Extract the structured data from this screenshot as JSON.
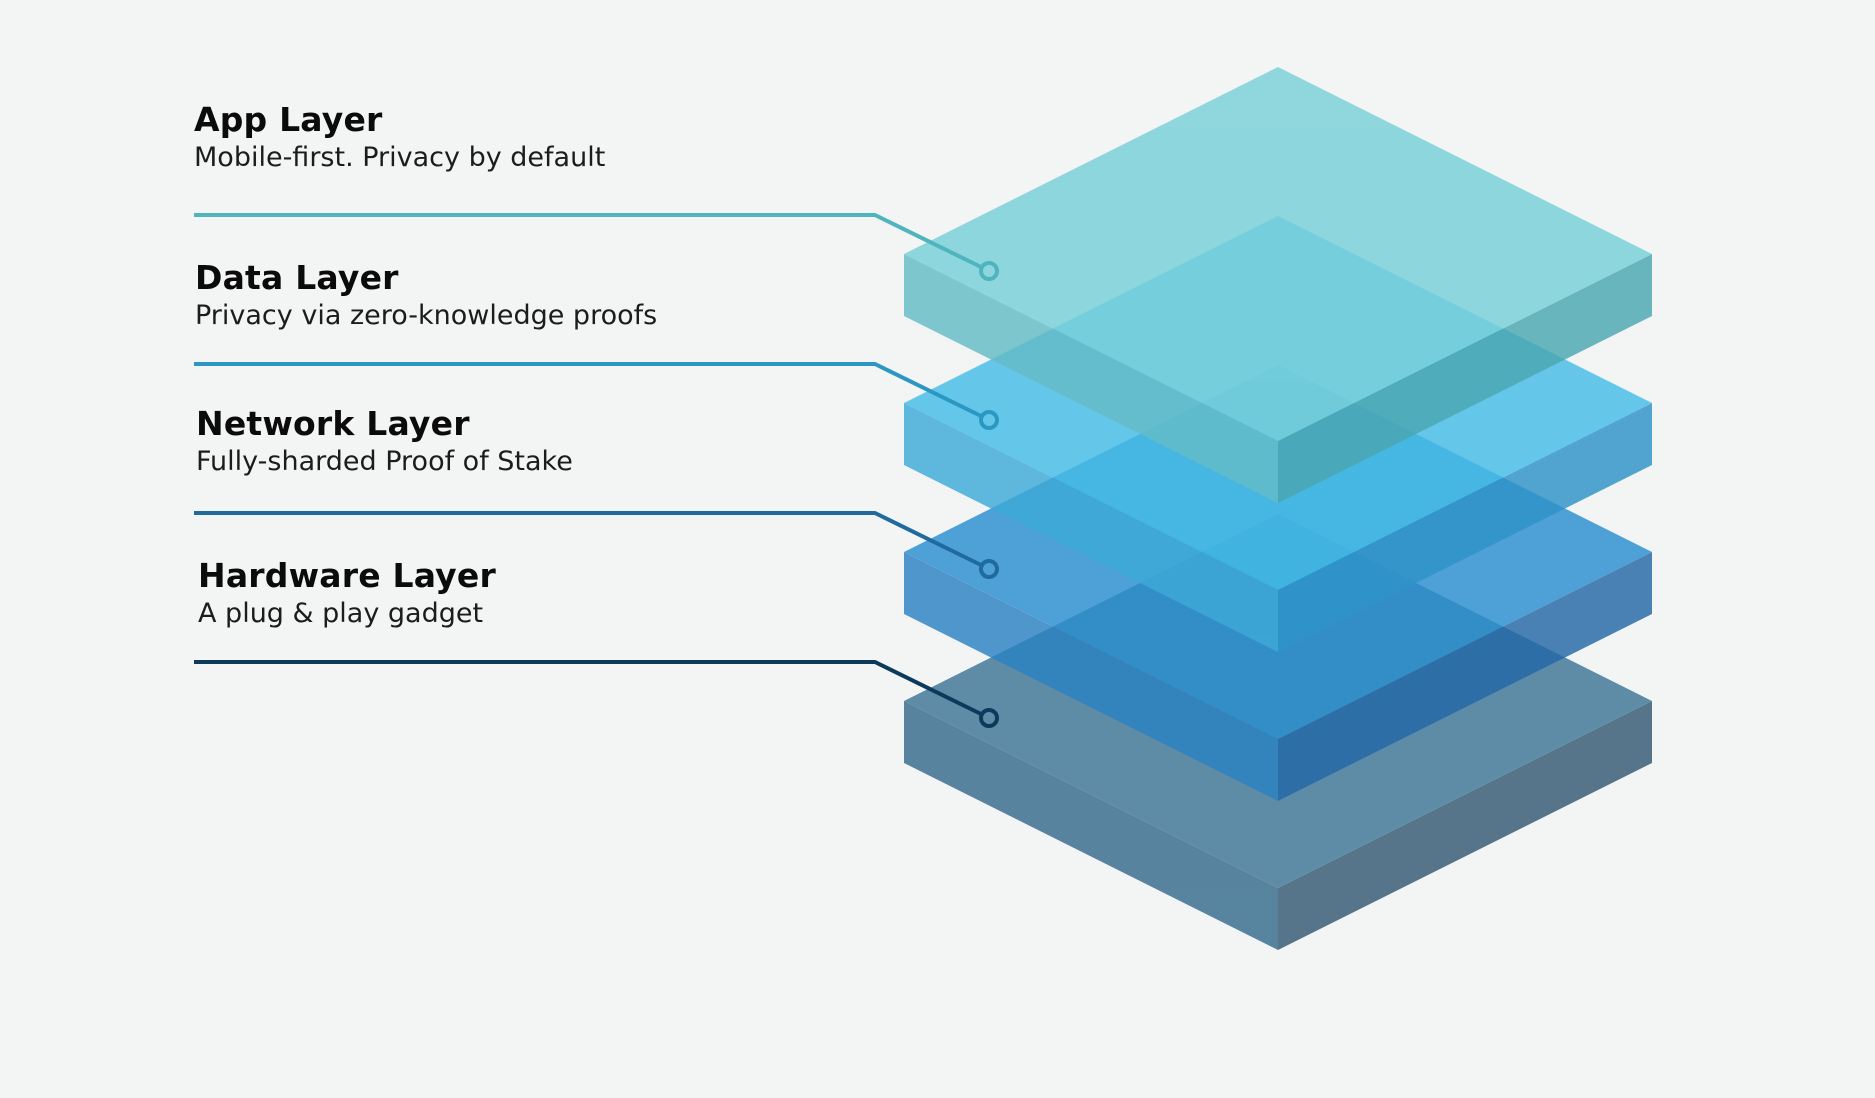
{
  "diagram": {
    "layers": [
      {
        "title": "App Layer",
        "subtitle": "Mobile-first. Privacy by default",
        "colors": {
          "top": "#79d0d8",
          "left": "#64bcc6",
          "right": "#4aa7b2",
          "line": "#4fb4bd"
        }
      },
      {
        "title": "Data Layer",
        "subtitle": "Privacy via zero-knowledge proofs",
        "colors": {
          "top": "#45bce7",
          "left": "#3eaad8",
          "right": "#2f93c8",
          "line": "#2a98c2"
        }
      },
      {
        "title": "Network Layer",
        "subtitle": "Fully-sharded Proof of Stake",
        "colors": {
          "top": "#2a8fd0",
          "left": "#2a82c2",
          "right": "#2468a8",
          "line": "#1f6ba0"
        }
      },
      {
        "title": "Hardware Layer",
        "subtitle": "A plug & play gadget",
        "colors": {
          "top": "#3e7597",
          "left": "#356b8b",
          "right": "#345a73",
          "line": "#0c3a5a"
        }
      }
    ]
  }
}
